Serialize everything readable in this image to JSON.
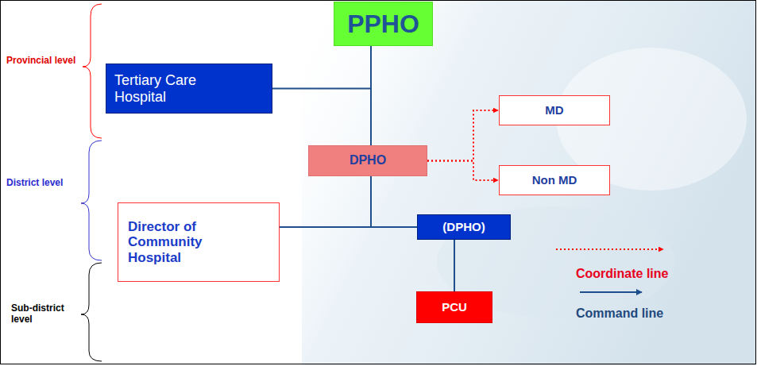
{
  "diagram": {
    "nodes": [
      {
        "text": [
          "PPHO"
        ]
      },
      {
        "text": [
          "Tertiary Care Hospital"
        ]
      },
      {
        "text": [
          "MD"
        ]
      },
      {
        "text": [
          "DPHO"
        ]
      },
      {
        "text": [
          "Non MD"
        ]
      },
      {
        "text": [
          "Director of Community Hospital"
        ]
      },
      {
        "text": [
          "(DPHO)"
        ]
      },
      {
        "text": [
          "PCU"
        ]
      }
    ],
    "edges": [
      {
        "from": 0,
        "to": 1,
        "arrow": "none"
      },
      {
        "from": 0,
        "to": 3,
        "arrow": "none"
      },
      {
        "from": 3,
        "to": 2,
        "arrow": "to"
      },
      {
        "from": 3,
        "to": 4,
        "arrow": "to"
      },
      {
        "from": 3,
        "to": 5,
        "arrow": "none"
      },
      {
        "from": 3,
        "to": 6,
        "arrow": "none"
      },
      {
        "from": 6,
        "to": 7,
        "arrow": "none"
      }
    ],
    "labels": [
      "Provincial level",
      "District level",
      "Sub-district level"
    ],
    "legend": [
      {
        "text": "Coordinate line"
      },
      {
        "text": "Command line"
      }
    ]
  }
}
